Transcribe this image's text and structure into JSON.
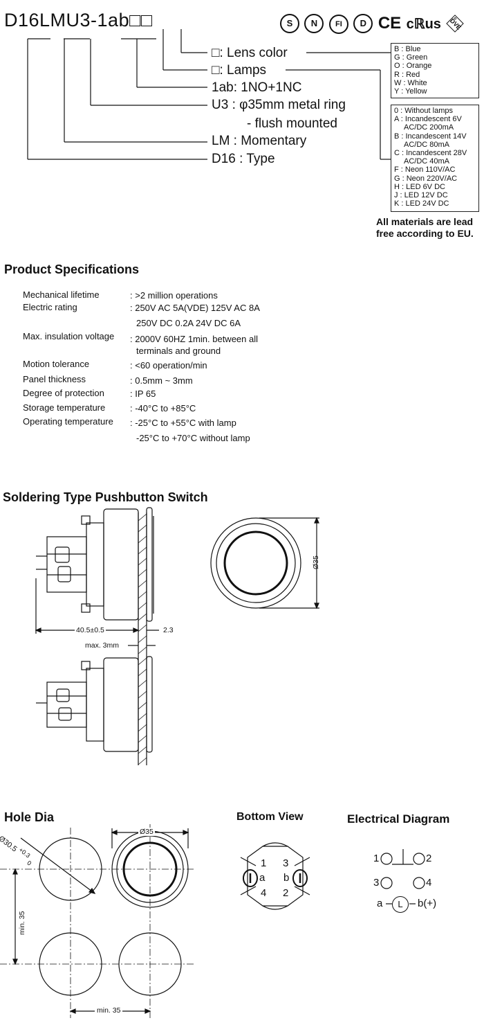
{
  "header": {
    "part_number": "D16LMU3-1ab□□",
    "cert_marks": [
      {
        "icon": "s-mark-icon",
        "text": "S"
      },
      {
        "icon": "n-mark-icon",
        "text": "N"
      },
      {
        "icon": "fi-mark-icon",
        "text": "FI"
      },
      {
        "icon": "d-mark-icon",
        "text": "D"
      },
      {
        "icon": "ce-mark-icon",
        "text": "CE"
      },
      {
        "icon": "cru-us-mark-icon",
        "text": "cℝus"
      },
      {
        "icon": "dve-mark-icon",
        "text": "DͦVE"
      }
    ]
  },
  "code_legend": [
    "□: Lens color",
    "□: Lamps",
    "1ab: 1NO+1NC",
    "U3 : φ35mm metal ring",
    "- flush mounted",
    "LM : Momentary",
    "D16 : Type"
  ],
  "lens_colors": [
    "B : Blue",
    "G : Green",
    "O : Orange",
    "R : Red",
    "W : White",
    "Y : Yellow"
  ],
  "lamps": [
    "0 : Without lamps",
    "A : Incandescent 6V",
    "AC/DC 200mA",
    "B : Incandescent 14V",
    "AC/DC 80mA",
    "C : Incandescent 28V",
    "AC/DC 40mA",
    "F : Neon 110V/AC",
    "G : Neon 220V/AC",
    "H : LED 6V DC",
    "J : LED 12V DC",
    "K : LED 24V DC"
  ],
  "eu_note": [
    "All materials are lead",
    "free according to EU."
  ],
  "product_specs": {
    "title": "Product Specifications",
    "rows": [
      {
        "label": "Mechanical lifetime",
        "lines": [
          ": >2 million operations"
        ]
      },
      {
        "label": "Electric rating",
        "lines": [
          ": 250V AC 5A(VDE)   125V AC 8A",
          "250V DC 0.2A    24V DC 6A"
        ]
      },
      {
        "label": "Max. insulation voltage",
        "lines": [
          ": 2000V 60HZ 1min. between all",
          "terminals and ground"
        ]
      },
      {
        "label": "Motion tolerance",
        "lines": [
          ": <60 operation/min"
        ]
      },
      {
        "label": "Panel thickness",
        "lines": [
          ": 0.5mm ~ 3mm"
        ]
      },
      {
        "label": "Degree of protection",
        "lines": [
          ": IP 65"
        ]
      },
      {
        "label": "Storage temperature",
        "lines": [
          ": -40°C to +85°C"
        ]
      },
      {
        "label": "Operating temperature",
        "lines": [
          ": -25°C to +55°C with lamp",
          "-25°C to +70°C without lamp"
        ]
      }
    ]
  },
  "soldering": {
    "title": "Soldering Type Pushbutton Switch",
    "dim_length": "40.5±0.5",
    "dim_gap": "2.3",
    "dim_panel": "max. 3mm",
    "dim_diameter": "Ø35"
  },
  "hole": {
    "title": "Hole Dia",
    "dim_hole": "Ø30.5",
    "tol_plus": "+0.3",
    "tol_zero": "0",
    "dim_button": "Ø35",
    "dim_min_v": "min. 35",
    "dim_min_h": "min. 35"
  },
  "bottom_view": {
    "title": "Bottom View",
    "pins": [
      "1",
      "3",
      "a",
      "b",
      "4",
      "2"
    ]
  },
  "electrical": {
    "title": "Electrical Diagram",
    "pin1": "1",
    "pin2": "2",
    "pin3": "3",
    "pin4": "4",
    "lamp_left": "a",
    "lamp_letter": "L",
    "lamp_right": "b(+)"
  }
}
